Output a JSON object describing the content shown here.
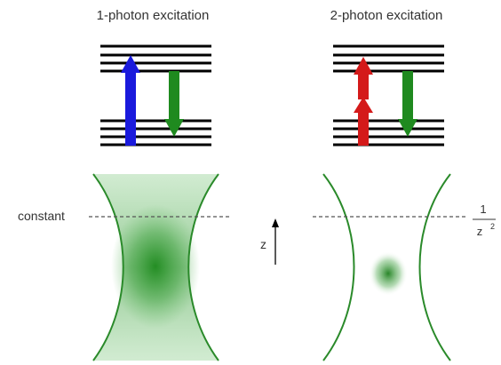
{
  "panels": [
    {
      "id": "one-photon",
      "title": "1-photon excitation",
      "side_label": "constant"
    },
    {
      "id": "two-photon",
      "title": "2-photon excitation",
      "side_label": null
    }
  ],
  "axis_label": "z",
  "right_label": {
    "numerator": "1",
    "denominator": "z",
    "exponent": "2"
  },
  "colors": {
    "level_line": "#000000",
    "blue_arrow": "#1a1adc",
    "green_arrow": "#1f8a1f",
    "red_arrow": "#d41a1a",
    "beam": "#2a8a2a",
    "dashed_line": "#555555",
    "text": "#333333"
  },
  "icons": {
    "one_photon_up": "blue-up-arrow",
    "one_photon_down": "green-down-arrow",
    "two_photon_up": "two-stacked-red-up-arrows",
    "two_photon_down": "green-down-arrow"
  }
}
